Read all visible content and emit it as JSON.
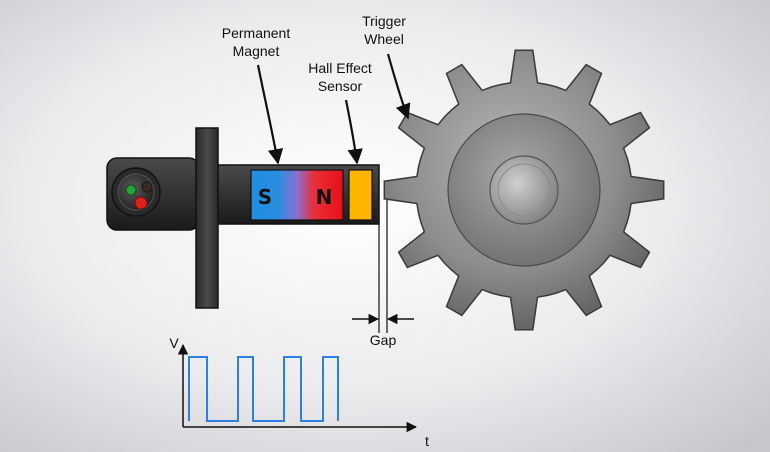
{
  "labels": {
    "permanent_magnet_line1": "Permanent",
    "permanent_magnet_line2": "Magnet",
    "trigger_wheel_line1": "Trigger",
    "trigger_wheel_line2": "Wheel",
    "hall_sensor_line1": "Hall Effect",
    "hall_sensor_line2": "Sensor",
    "gap": "Gap"
  },
  "magnet": {
    "south_pole": "S",
    "north_pole": "N"
  },
  "waveform": {
    "y_axis_label": "V",
    "x_axis_label": "t"
  },
  "colors": {
    "background_center": "#ffffff",
    "background_edge": "#c9c9ce",
    "sensor_body": "#2e2e2e",
    "magnet_south": "#1f8fe0",
    "magnet_north": "#e8141a",
    "hall_element": "#ffb400",
    "connector_pin_green": "#22a43a",
    "connector_pin_red": "#e0201c",
    "connector_pin_dark": "#3a2a22",
    "gear": "#8a8a8a",
    "square_wave": "#2d7fe0"
  }
}
